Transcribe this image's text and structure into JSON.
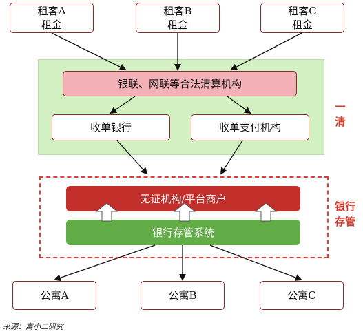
{
  "tenants": [
    {
      "name": "租客A",
      "sub": "租金"
    },
    {
      "name": "租客B",
      "sub": "租金"
    },
    {
      "name": "租客C",
      "sub": "租金"
    }
  ],
  "clearing": {
    "center_label": "银联、网联等合法清算机构",
    "bank_label": "收单银行",
    "payment_label": "收单支付机构",
    "side_label": "一清"
  },
  "custody": {
    "top_label": "无证机构/平台商户",
    "bottom_label": "银行存管系统",
    "side_label": "银行存管"
  },
  "apartments": [
    "公寓A",
    "公寓B",
    "公寓C"
  ],
  "source": "来源：寓小二研究",
  "colors": {
    "accent_red": "#c32f2b",
    "accent_green": "#62ad48",
    "pink_box": "#f2b1b7",
    "clearing_zone": "#d3f0c2",
    "dashed_border": "#e43a3a"
  }
}
